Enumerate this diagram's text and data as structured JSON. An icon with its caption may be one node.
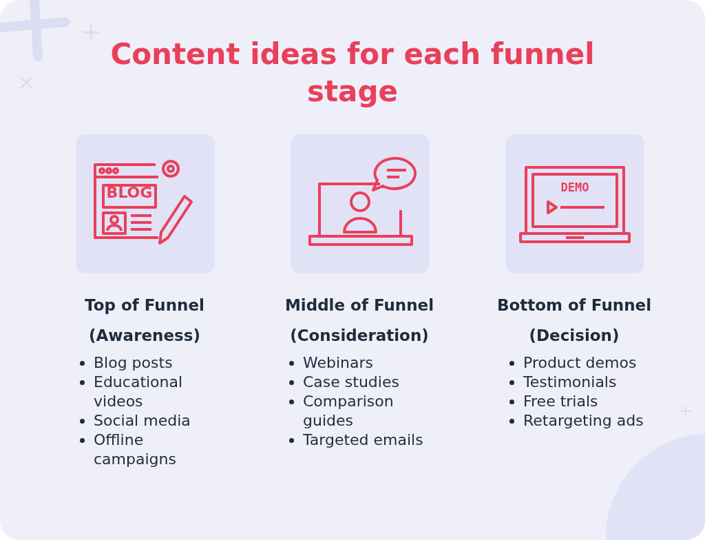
{
  "diagram": {
    "title": "Content ideas for each funnel stage",
    "nodes": [
      {
        "text": [
          "Top of Funnel (Awareness)",
          "Blog posts",
          "Educational videos",
          "Social media",
          "Offline campaigns"
        ]
      },
      {
        "text": [
          "Middle of Funnel (Consideration)",
          "Webinars",
          "Case studies",
          "Comparison guides",
          "Targeted emails"
        ]
      },
      {
        "text": [
          "Bottom of Funnel (Decision)",
          "Product demos",
          "Testimonials",
          "Free trials",
          "Retargeting ads"
        ]
      }
    ],
    "labels": [
      "BLOG",
      "DEMO"
    ]
  }
}
